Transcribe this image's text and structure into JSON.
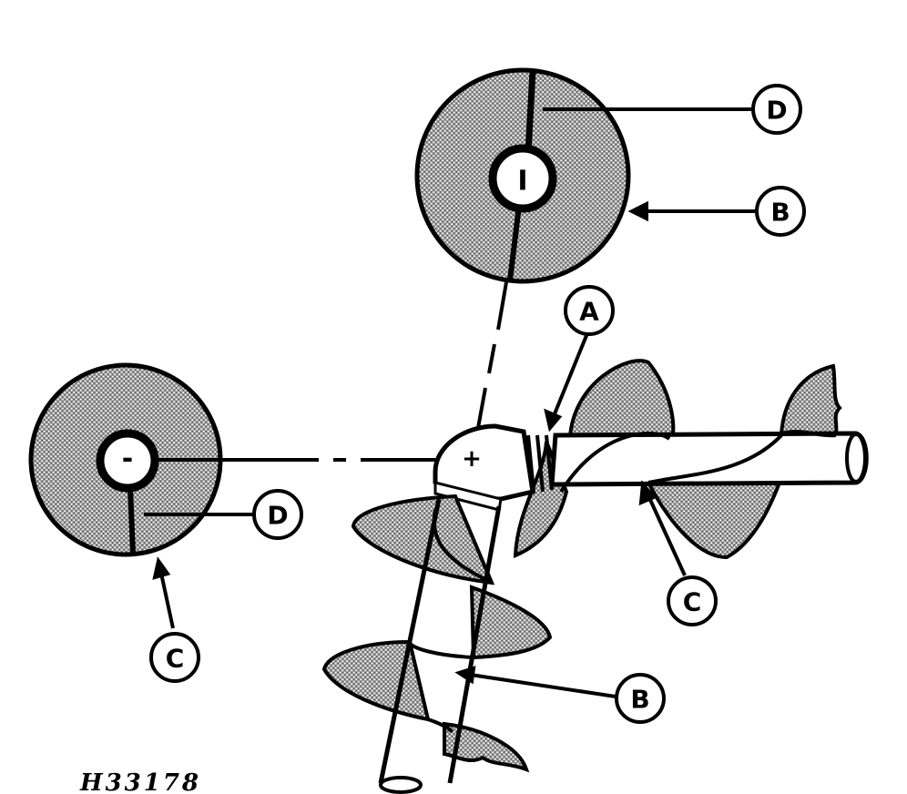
{
  "figure_id": "H33178",
  "callouts": {
    "d_top": "D",
    "b_top": "B",
    "a": "A",
    "d_left": "D",
    "c_left": "C",
    "c_right": "C",
    "b_bottom": "B"
  },
  "symbols": {
    "top_disk": "I",
    "left_disk": "-",
    "junction": "+"
  }
}
